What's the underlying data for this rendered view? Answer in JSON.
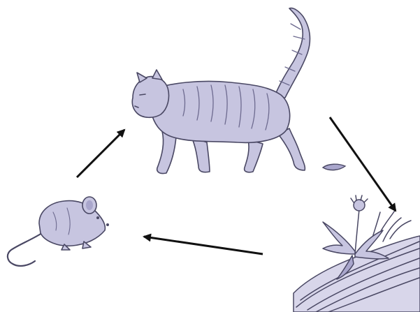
{
  "diagram": {
    "nodes": [
      {
        "id": "cat",
        "icon": "cat-illustration"
      },
      {
        "id": "grass",
        "icon": "grass-dandelion-illustration"
      },
      {
        "id": "mouse",
        "icon": "mouse-illustration"
      }
    ],
    "edges": [
      {
        "from": "cat",
        "to": "grass"
      },
      {
        "from": "grass",
        "to": "mouse"
      },
      {
        "from": "mouse",
        "to": "cat"
      }
    ]
  },
  "colors": {
    "background": "#ffffff",
    "sketch_fill": "#c7c5e0",
    "sketch_fill_dark": "#a9a6cc",
    "sketch_line": "#4a4864",
    "arrow": "#111111"
  }
}
